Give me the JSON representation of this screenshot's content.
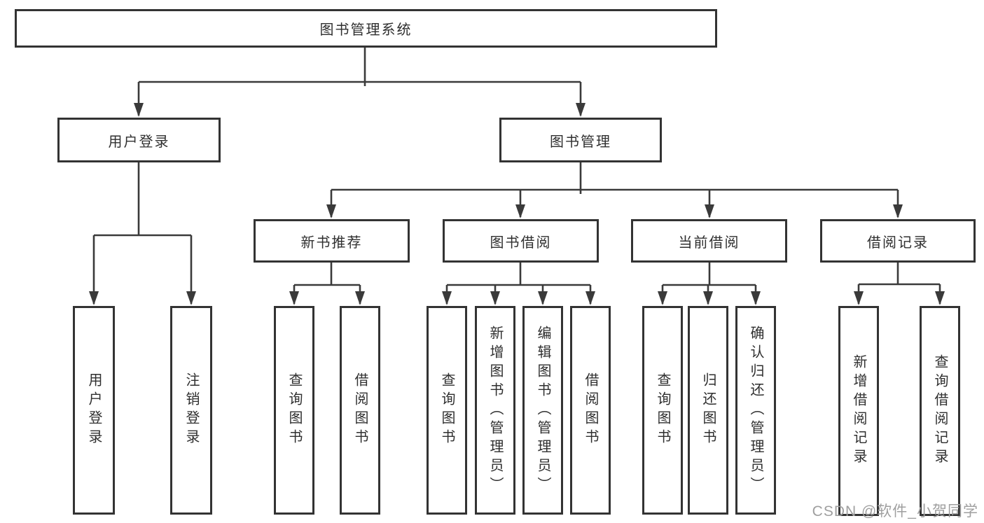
{
  "diagram": {
    "root": {
      "label": "图书管理系统"
    },
    "level1": [
      {
        "label": "用户登录"
      },
      {
        "label": "图书管理"
      }
    ],
    "level2": [
      {
        "label": "新书推荐"
      },
      {
        "label": "图书借阅"
      },
      {
        "label": "当前借阅"
      },
      {
        "label": "借阅记录"
      }
    ],
    "leaves": {
      "user_login": [
        "用户登录",
        "注销登录"
      ],
      "new_book": [
        "查询图书",
        "借阅图书"
      ],
      "book_borrow": [
        "查询图书",
        "新增图书（管理员）",
        "编辑图书（管理员）",
        "借阅图书"
      ],
      "current_borrow": [
        "查询图书",
        "归还图书",
        "确认归还（管理员）"
      ],
      "borrow_record": [
        "新增借阅记录",
        "查询借阅记录"
      ]
    },
    "watermark": "CSDN @软件_小贺同学",
    "colors": {
      "line": "#3a3a3a",
      "border": "#333333",
      "text": "#2f2f2f",
      "watermark": "#9f9f9f",
      "background": "#ffffff"
    }
  }
}
